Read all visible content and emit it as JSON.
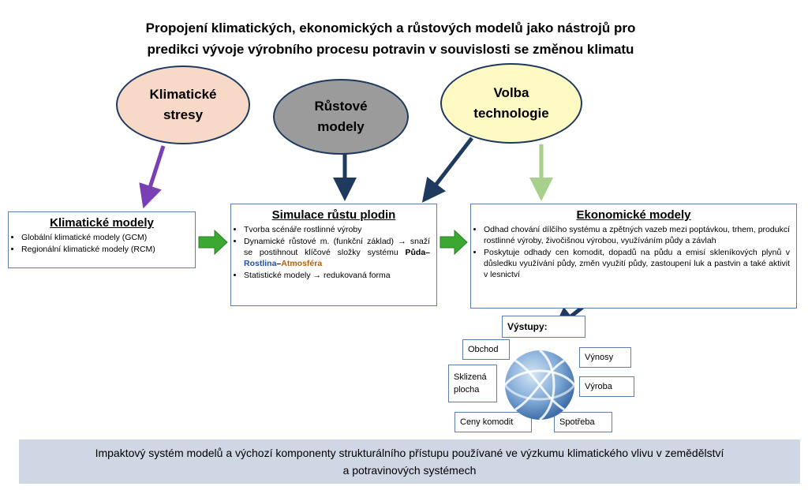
{
  "title": {
    "line1": "Propojení klimatických, ekonomických a růstových modelů jako nástrojů  pro",
    "line2": "predikci vývoje výrobního procesu potravin v souvislosti se změnou klimatu"
  },
  "ellipses": {
    "stress": {
      "line1": "Klimatické",
      "line2": "stresy",
      "color": "#f8d9c8"
    },
    "growth": {
      "line1": "Růstové",
      "line2": "modely",
      "color": "#9b9b9b"
    },
    "tech": {
      "line1": "Volba",
      "line2": "technologie",
      "color": "#fff9c4"
    }
  },
  "climate_models": {
    "heading": "Klimatické modely",
    "items": [
      "Globální klimatické modely (GCM)",
      "Regionální klimatické modely (RCM)"
    ]
  },
  "crop_simulation": {
    "heading": "Simulace růstu plodin",
    "item1": "Tvorba scénáře rostlinné výroby",
    "item2_a": "Dynamické růstové m. (funkční základ) → snaží se postihnout klíčové složky systému ",
    "item2_soil": "Půda",
    "item2_dash1": "–",
    "item2_plant": "Rostlina",
    "item2_dash2": "–",
    "item2_atm": "Atmosféra",
    "item3": "Statistické modely → redukovaná forma"
  },
  "economic_models": {
    "heading": "Ekonomické modely",
    "items": [
      "Odhad chování dílčího systému a zpětných vazeb mezi poptávkou, trhem, produkcí rostlinné výroby, živočišnou výrobou, využíváním půdy a závlah",
      "Poskytuje odhady cen komodit, dopadů na půdu a emisí skleníkových plynů v důsledku využívání půdy, změn využití půdy, zastoupení luk a pastvin a také aktivit v lesnictví"
    ]
  },
  "outputs": {
    "label": "Výstupy:",
    "trade": "Obchod",
    "yields": "Výnosy",
    "area_line1": "Sklizená",
    "area_line2": "plocha",
    "production": "Výroba",
    "prices": "Ceny komodit",
    "consumption": "Spotřeba"
  },
  "footer": {
    "line1": "Impaktový systém modelů a výchozí komponenty strukturálního přístupu používané ve výzkumu klimatického vlivu v zemědělství",
    "line2": "a potravinových systémech"
  },
  "colors": {
    "arrow_purple": "#7b3fb5",
    "arrow_navy": "#1f3a5f",
    "arrow_green": "#a8d08d",
    "arrow_block_green": "#3aa832",
    "box_border": "#5b7fb0",
    "footer_bg": "#cfd6e4"
  }
}
